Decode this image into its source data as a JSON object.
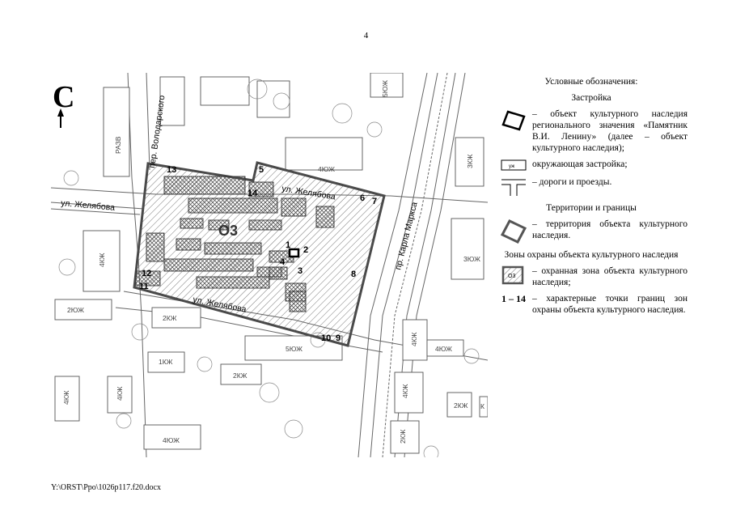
{
  "page_number": "4",
  "footer_path": "Y:\\ORST\\Ppo\\1026p117.f20.docx",
  "map": {
    "north_letter": "С",
    "zone_label": "О3",
    "streets": {
      "zhelyabova_west": "ул. Желябова",
      "zhelyabova_north": "ул. Желябова",
      "zhelyabova_south": "ул. Желябова",
      "volodarsky": "пер. Володарского",
      "karl_marx": "пр. Карла Маркса"
    },
    "building_labels": {
      "razv": "РАЗВ",
      "b5yuzh_top": "5ЮЖ",
      "b3kzh": "3КЖ",
      "b4yuzh_north": "4ЮЖ",
      "b4kzh_west": "4КЖ",
      "b2yuzh_west": "2ЮЖ",
      "b3yuzh_east": "3ЮЖ",
      "b2kzh_south": "2КЖ",
      "b1kzh": "1КЖ",
      "b5yuzh_south": "5ЮЖ",
      "b4kzh_sw": "4КЖ",
      "b4kzh_s": "4КЖ",
      "b4yuzh_bottom": "4ЮЖ",
      "b2kzh_bottom": "2КЖ",
      "b4kzh_east": "4КЖ",
      "b4yuzh_east": "4ЮЖ",
      "b4kzh_se": "4КЖ",
      "b2kzh_se": "2КЖ",
      "b2kzh_se2": "2КЖ",
      "b_k_edge": "К"
    },
    "points": {
      "p1": "1",
      "p2": "2",
      "p3": "3",
      "p4": "4",
      "p5": "5",
      "p6": "6",
      "p7": "7",
      "p8": "8",
      "p9": "9",
      "p10": "10",
      "p11": "11",
      "p12": "12",
      "p13": "13",
      "p14": "14"
    }
  },
  "legend": {
    "title": "Условные обозначения:",
    "section_buildings": "Застройка",
    "monument": "– объект культурного наследия регионального значения «Памятник В.И. Ленину» (далее – объект культурного наследия);",
    "surrounding": "окружающая застройка;",
    "surrounding_swatch": "уж",
    "roads": "– дороги и проезды.",
    "section_territory": "Территории и границы",
    "territory": "– территория объекта культурного наследия.",
    "section_zones": "Зоны охраны объекта культурного наследия",
    "zone_swatch": "О3",
    "zone": "– охранная зона объекта культурного наследия;",
    "points_range": "1 – 14",
    "points_desc": "– характерные точки границ зон охраны объекта культурного наследия."
  }
}
